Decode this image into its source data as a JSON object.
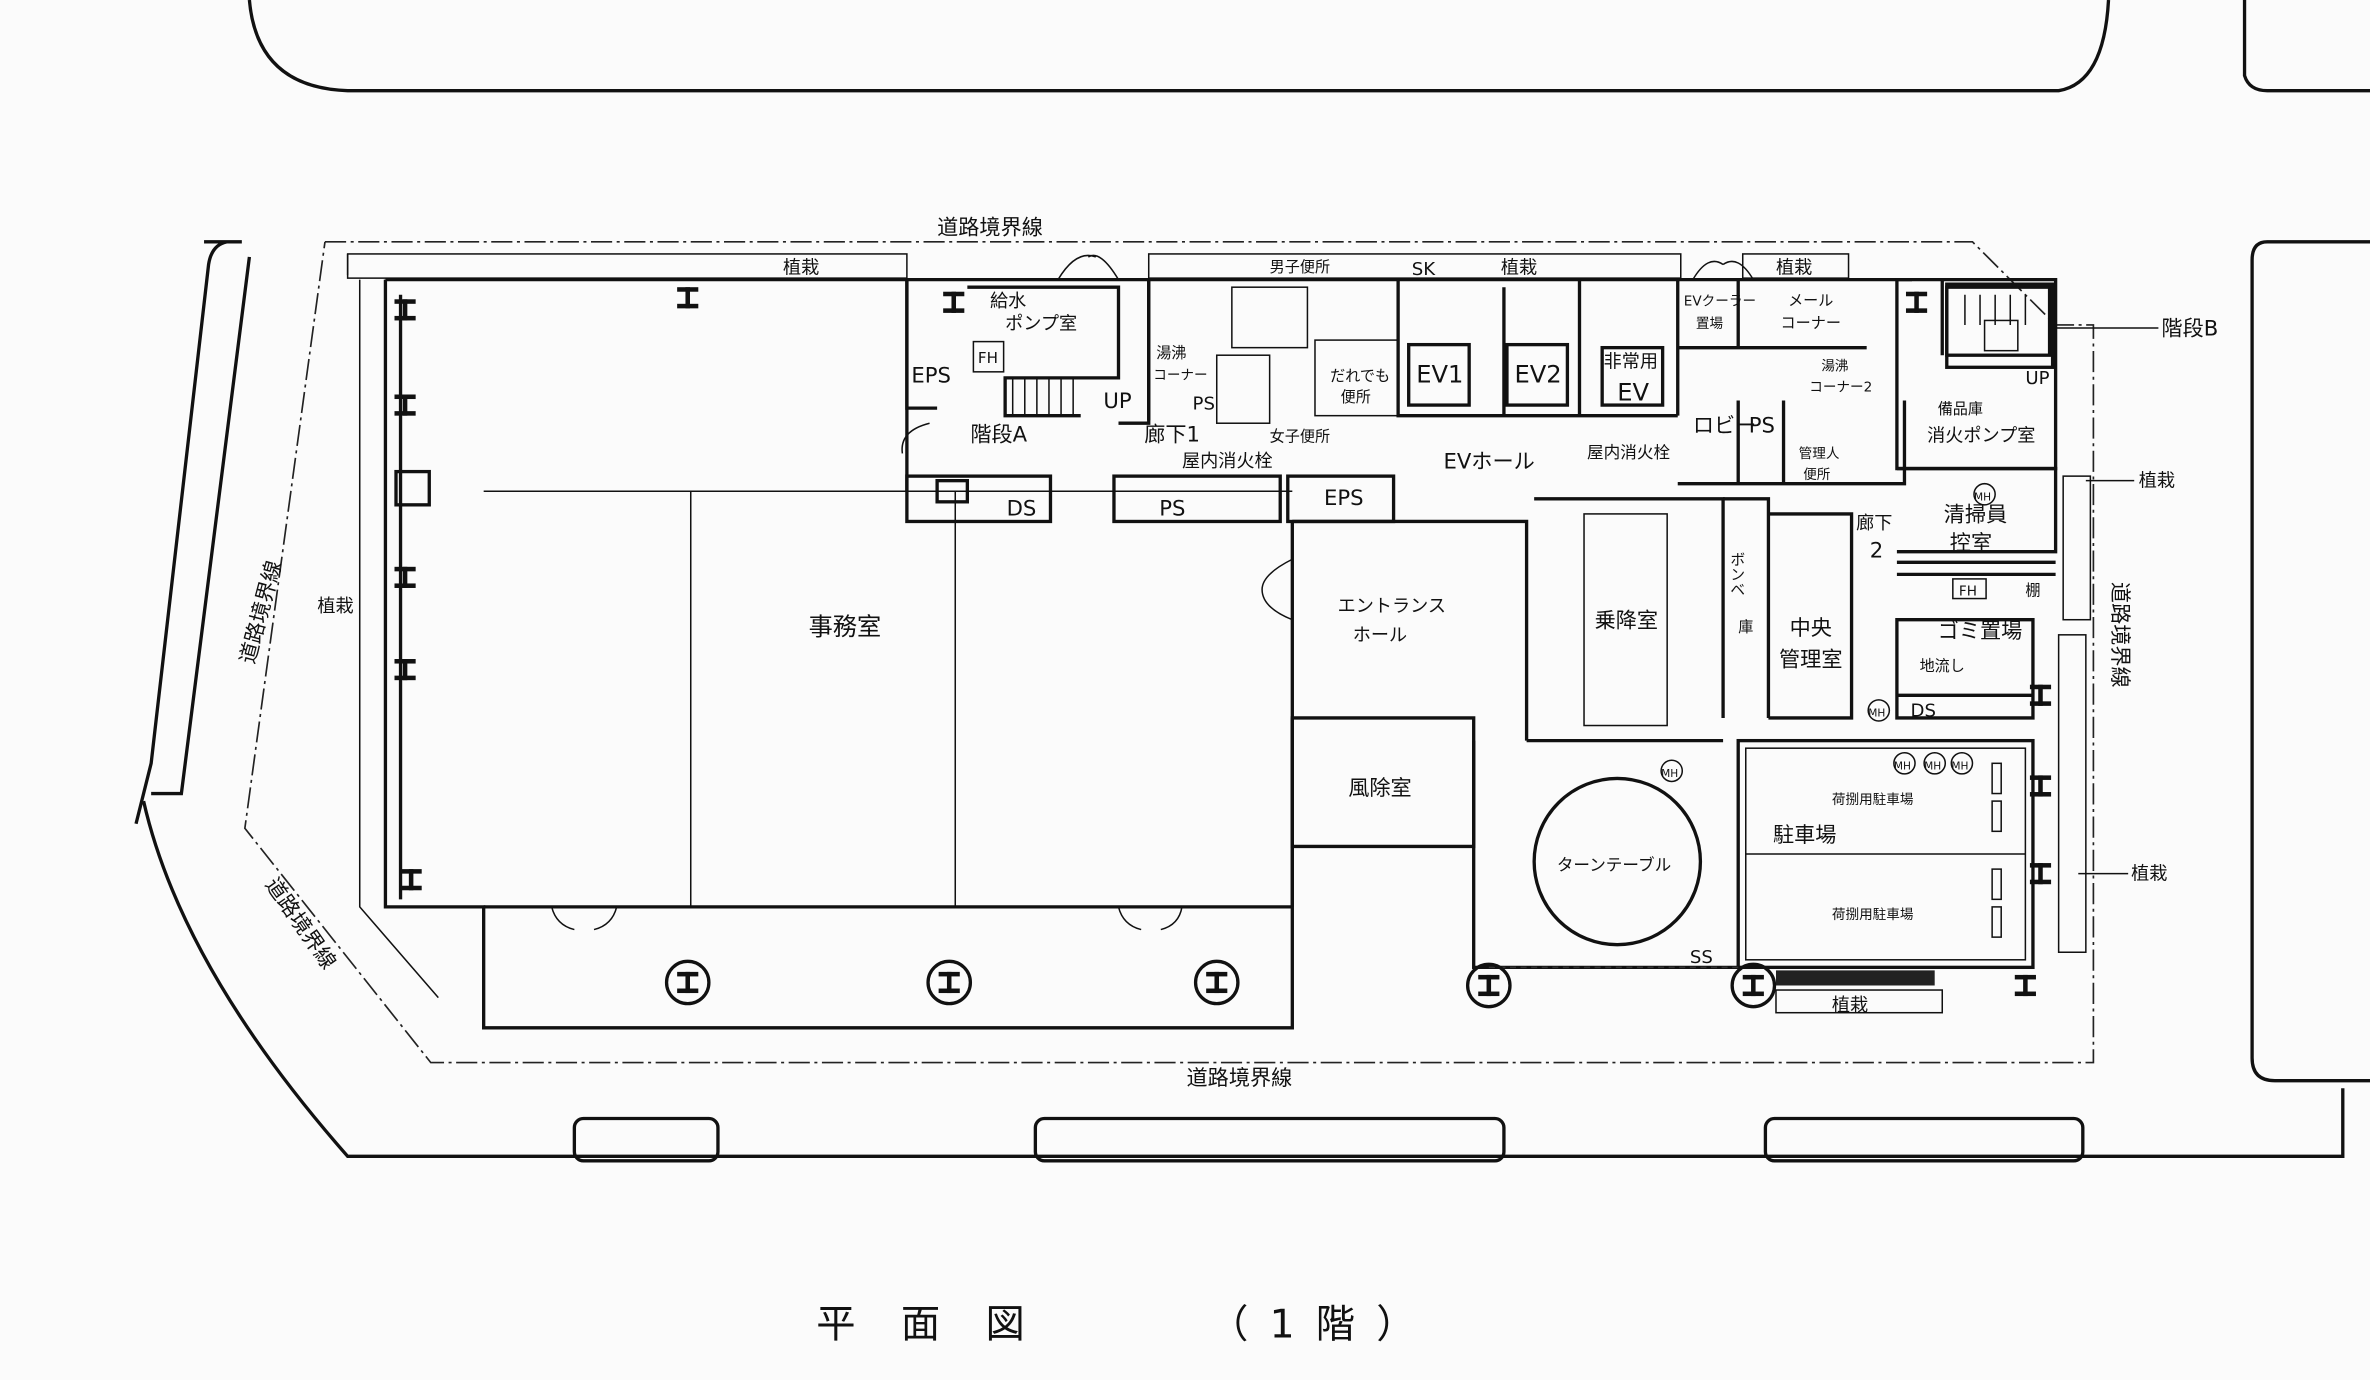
{
  "title": {
    "main": "平面図",
    "floor": "（1階）"
  },
  "boundary": {
    "label": "道路境界線"
  },
  "planting": {
    "label": "植栽"
  },
  "symbols": {
    "mh": "MH",
    "up": "UP",
    "fh": "FH",
    "ds": "DS",
    "ps": "PS",
    "eps": "EPS"
  },
  "rooms": {
    "water_pump_1": "給水",
    "water_pump_2": "ポンプ室",
    "stair_a": "階段A",
    "stair_b": "階段B",
    "corridor_1": "廊下1",
    "corridor_2_a": "廊下",
    "corridor_2_b": "2",
    "hydrant": "屋内消火栓",
    "mens_toilet": "男子便所",
    "sk": "SK",
    "kettle_1": "湯沸",
    "kettle_2": "コーナー",
    "universal_1": "だれでも",
    "universal_2": "便所",
    "womens_toilet": "女子便所",
    "ev1": "EV1",
    "ev2": "EV2",
    "emergency_ev_1": "非常用",
    "emergency_ev_2": "EV",
    "ev_hall": "EVホール",
    "lobby": "ロビー",
    "office": "事務室",
    "entrance_1": "エントランス",
    "entrance_2": "ホール",
    "boarding": "乗降室",
    "cylinder_1": "ボンベ",
    "cylinder_2": "庫",
    "central_1": "中央",
    "central_2": "管理室",
    "windbreak": "風除室",
    "turntable": "ターンテーブル",
    "parking": "駐車場",
    "loading_parking": "荷捌用駐車場",
    "ss": "SS",
    "ev_cooler_1": "EVクーラー",
    "ev_cooler_2": "置場",
    "mail_1": "メール",
    "mail_2": "コーナー",
    "kettle2_1": "湯沸",
    "kettle2_2": "コーナー2",
    "manager_wc_1": "管理人",
    "manager_wc_2": "便所",
    "storage": "備品庫",
    "fire_pump": "消火ポンプ室",
    "cleaner_1": "清掃員",
    "cleaner_2": "控室",
    "shelf": "棚",
    "garbage": "ゴミ置場",
    "sink": "地流し"
  }
}
